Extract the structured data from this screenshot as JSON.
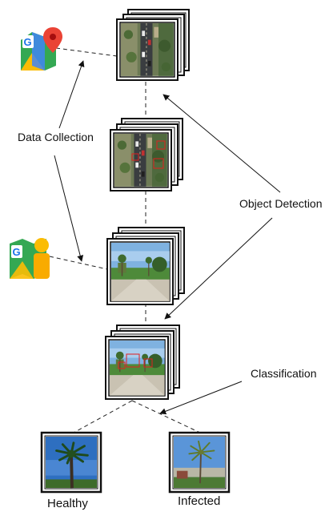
{
  "labels": {
    "data_collection": "Data Collection",
    "object_detection": "Object Detection",
    "classification": "Classification",
    "healthy": "Healthy",
    "infected": "Infected"
  },
  "icons": {
    "maps": "google-maps-icon",
    "street_view": "google-street-view-icon"
  },
  "colors": {
    "frame": "#111111",
    "line": "#222222",
    "detection_box": "#e02020"
  }
}
